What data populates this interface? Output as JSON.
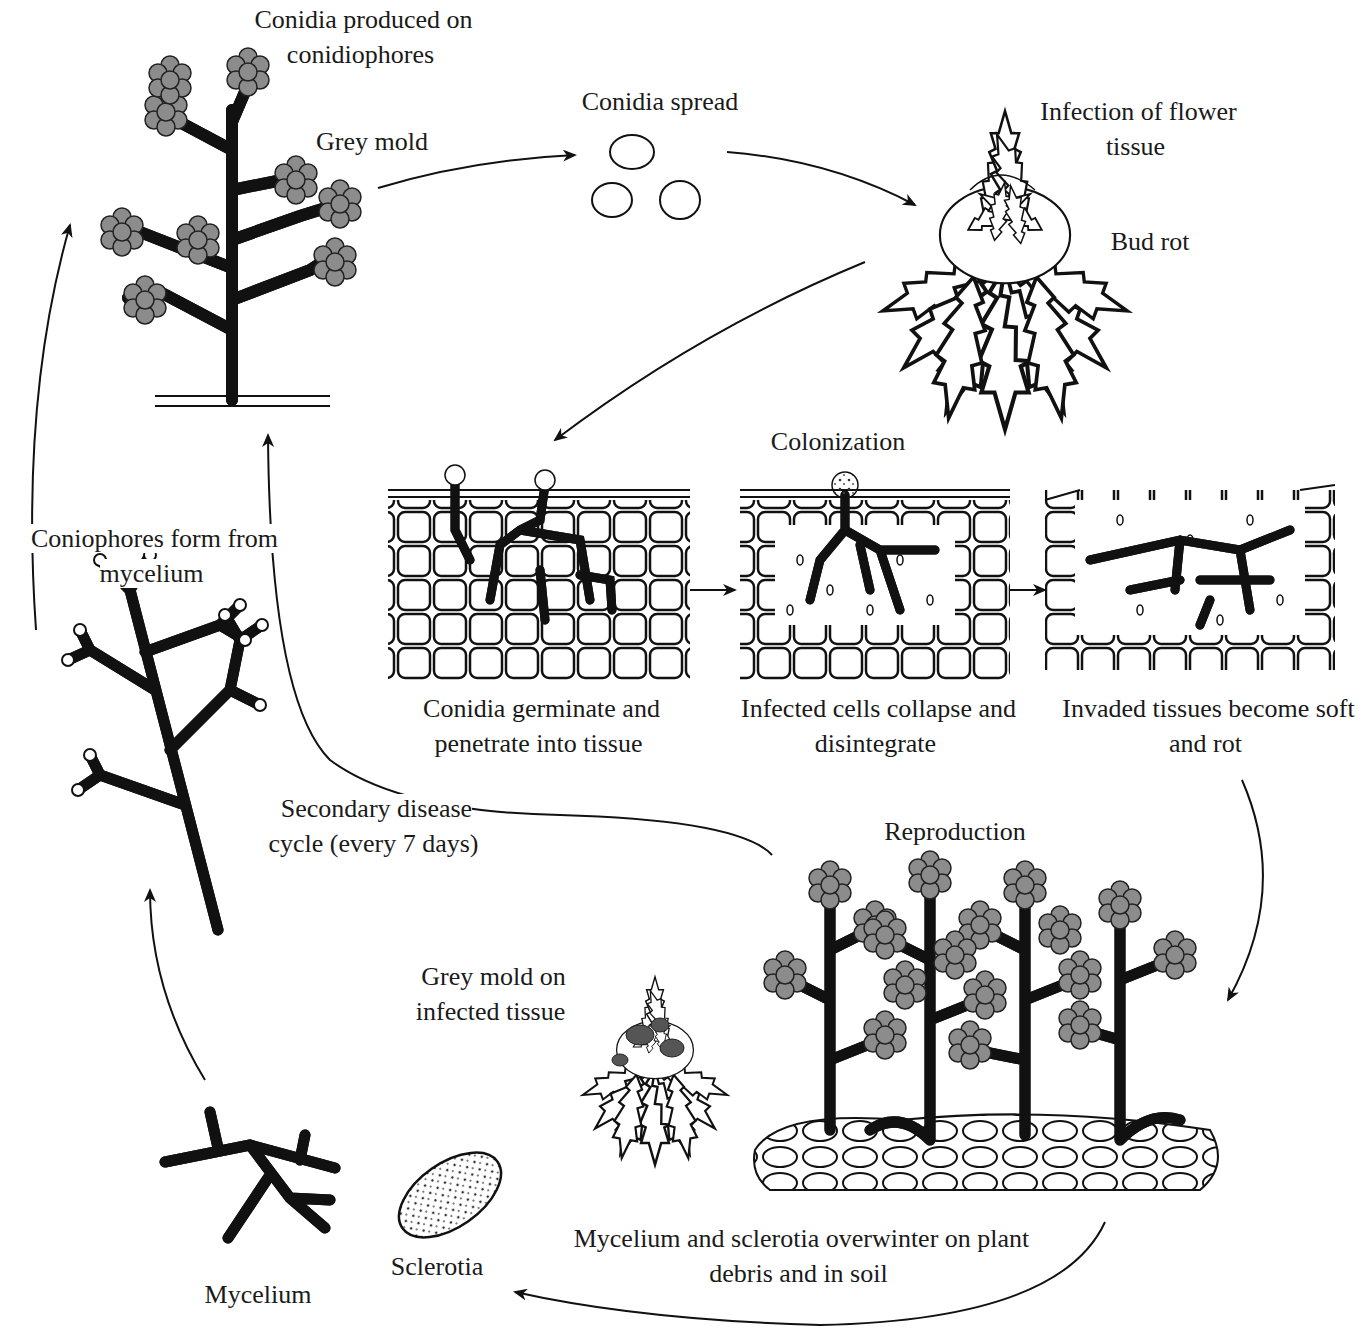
{
  "diagram": {
    "labels": [
      "Conidia produced on conidiophores",
      "Grey mold",
      "Conidia spread",
      "Infection of flower tissue",
      "Bud rot",
      "Colonization",
      "Conidia germinate and penetrate into tissue",
      "Infected cells collapse and disintegrate",
      "Invaded tissues become soft and rot",
      "Coniophores form from mycelium",
      "Secondary disease cycle (every 7 days)",
      "Reproduction",
      "Grey mold on infected tissue",
      "Mycelium and sclerotia overwinter on plant debris and in soil",
      "Mycelium",
      "Sclerotia"
    ]
  }
}
